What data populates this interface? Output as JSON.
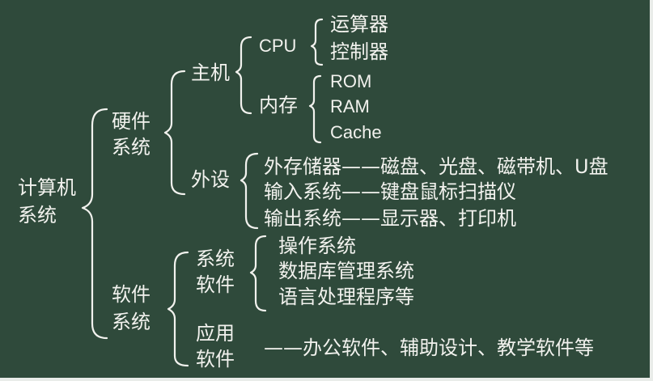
{
  "root": {
    "line1": "计算机",
    "line2": "系统"
  },
  "hardware": {
    "line1": "硬件",
    "line2": "系统",
    "host": {
      "label": "主机",
      "cpu": {
        "label": "CPU",
        "items": [
          "运算器",
          "控制器"
        ]
      },
      "memory": {
        "label": "内存",
        "items": [
          "ROM",
          "RAM",
          "Cache"
        ]
      }
    },
    "peripherals": {
      "label": "外设",
      "items": [
        "外存储器——磁盘、光盘、磁带机、U盘",
        "输入系统——键盘鼠标扫描仪",
        "输出系统——显示器、打印机"
      ]
    }
  },
  "software": {
    "line1": "软件",
    "line2": "系统",
    "system_software": {
      "line1": "系统",
      "line2": "软件",
      "items": [
        "操作系统",
        "数据库管理系统",
        "语言处理程序等"
      ]
    },
    "application_software": {
      "line1": "应用",
      "line2": "软件",
      "desc": "——办公软件、辅助设计、教学软件等"
    }
  }
}
